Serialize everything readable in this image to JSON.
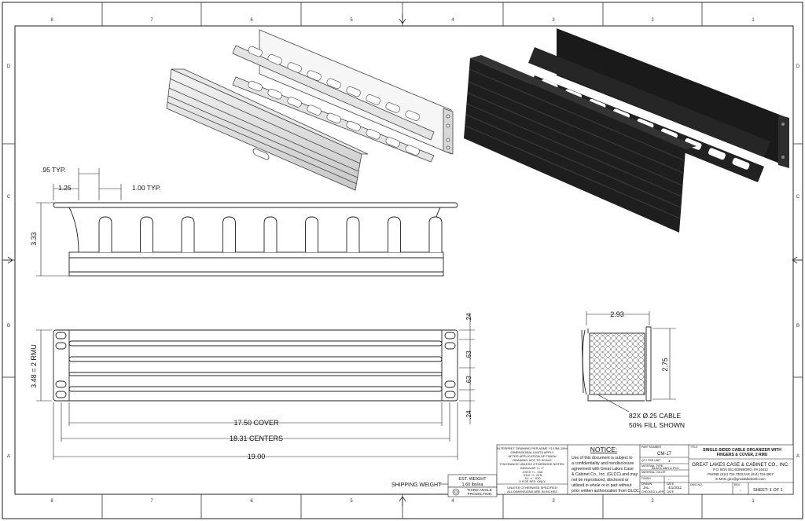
{
  "grid": {
    "top_numbers": [
      "8",
      "7",
      "6",
      "5",
      "4",
      "3",
      "2",
      "1"
    ],
    "side_letters": [
      "D",
      "C",
      "B",
      "A"
    ]
  },
  "dims": {
    "typ_095": ".95 TYP.",
    "d_125": "1.25",
    "typ_100": "1.00 TYP.",
    "height_333": "3.33",
    "height_348": "3.48 = 2 RMU",
    "side_024_top": ".24",
    "side_063_a": ".63",
    "side_063_b": ".63",
    "side_024_bottom": ".24",
    "cover_1750": "17.50 COVER",
    "centers_1831": "18.31 CENTERS",
    "overall_1900": "19.00",
    "width_293": "2.93",
    "height_275": "2.75",
    "cable_note_1": "82X  Ø.25 CABLE",
    "cable_note_2": "50% FILL SHOWN"
  },
  "shipping": {
    "label": "SHIPPING WEIGHT",
    "box_label": "EST. WEIGHT",
    "value": "1.60 lbs/ea"
  },
  "projection": {
    "line1": "THIRD ANGLE",
    "line2": "PROJECTION"
  },
  "title_block": {
    "tolerance": [
      "INTERPRET DRAWING PER ASME Y14.5M-1994",
      "DIMENSIONAL LIMITS APPLY",
      "AFTER APPLICATION OF FINISH",
      "DRAWING NOT TO SCALE",
      "TOLERANCE UNLESS OTHERWISE NOTED:",
      "ANGULAR +/- 1°",
      ".XXXX +/- .010",
      ".XXX +/- .015",
      ".XX +/- .030",
      "X FOR REF. ONLY"
    ],
    "units_1": "UNLESS OTHERWISE SPECIFIED",
    "units_2": "ALL DIMENSIONS ARE IN INCHES",
    "notice_title": "NOTICE:",
    "notice_lines": [
      "Use of this document is subject to",
      "a confidentiality and nondisclosure",
      "agreement with Great Lakes Case",
      "& Cabinet Co., Inc. (GLCC) and may",
      "not be reproduced, disclosed or",
      "utilized in whole or in part without",
      "prior written authorization from GLCC."
    ],
    "part_number_label": "PART NUMBER",
    "part_number": "CM-17",
    "qty_label": "QTY PER UNIT",
    "qty": "1",
    "material_label": "MATERIAL TYPE",
    "material": "BLACK ABS & PVC",
    "color_label": "MATERIAL COLOR",
    "finish_label": "FINISH",
    "finish": "-",
    "drawn_label": "DRAWN",
    "drawn": "JAL",
    "date_label": "DATE",
    "date": "4/1/2011",
    "checked_label": "CHECKED & APR",
    "date2_label": "DATE",
    "title_label": "TITLE",
    "title_1": "SINGLE-SIDED CABLE ORGANIZER WITH",
    "title_2": "FINGERS & COVER, 2 RMU",
    "company": "GREAT LAKES CASE & CABINET CO., INC.",
    "address": "P.O. BOX 551 EDINBORO, PA 16412",
    "phone": "PHONE (814) 734-7303  FAX (814) 734-3907",
    "email": "E-MAIL glcc@greatlakesbmb.com",
    "drawing_no_label": "DWG NO.",
    "rev_label": "REV",
    "rev": "-",
    "sheet": "SHEET:  1  OF  1"
  }
}
